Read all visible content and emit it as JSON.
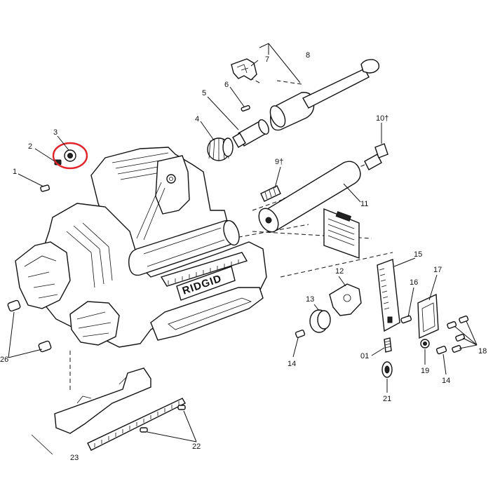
{
  "diagram": {
    "brand_logo": "RIDGID",
    "highlight_color": "#e0242a",
    "callouts": {
      "c1": "1",
      "c2": "2",
      "c3": "3",
      "c4": "4",
      "c5": "5",
      "c6": "6",
      "c7": "7",
      "c8": "8",
      "c9": "9†",
      "c10": "10†",
      "c11": "11",
      "c12": "12",
      "c13": "13",
      "c14a": "14",
      "c14b": "14",
      "c15": "15",
      "c16": "16",
      "c17": "17",
      "c18": "18",
      "c19": "19",
      "c21": "21",
      "c01": "01",
      "c22": "22",
      "c23": "23",
      "c26": "26"
    }
  }
}
